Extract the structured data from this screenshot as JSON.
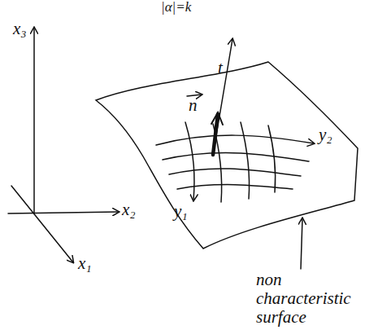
{
  "diagram": {
    "labels": [
      "|α|=k",
      "x₃",
      "x₂",
      "x₁",
      "t",
      "n",
      "y₂",
      "y₁",
      "non characteristic surface"
    ]
  }
}
